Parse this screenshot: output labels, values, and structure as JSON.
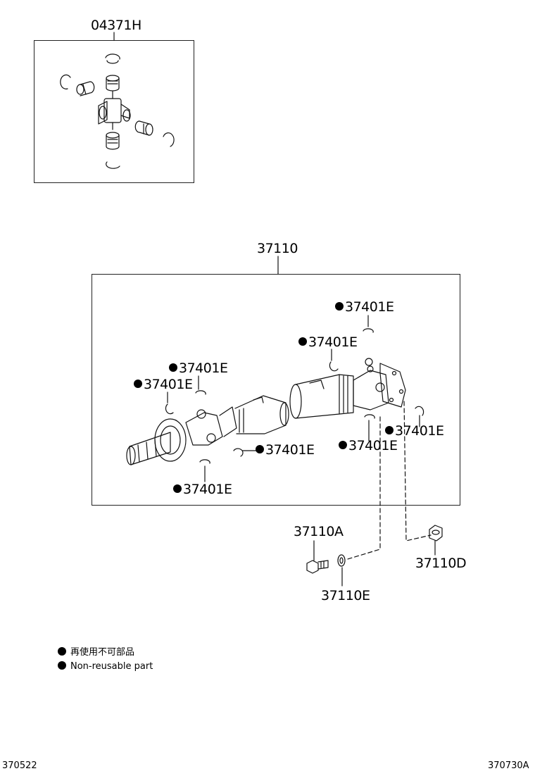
{
  "kit": {
    "part_number": "04371H"
  },
  "assembly": {
    "part_number": "37110"
  },
  "callouts": {
    "c1": "37401E",
    "c2": "37401E",
    "c3": "37401E",
    "c4": "37401E",
    "c5": "37401E",
    "c6": "37401E",
    "c7": "37401E",
    "c8": "37401E"
  },
  "fasteners": {
    "bolt": "37110A",
    "washer": "37110E",
    "nut": "37110D"
  },
  "legend": {
    "japanese": "再使用不可部品",
    "english": "Non-reusable part"
  },
  "footer": {
    "left_code": "370522",
    "right_code": "370730A"
  }
}
